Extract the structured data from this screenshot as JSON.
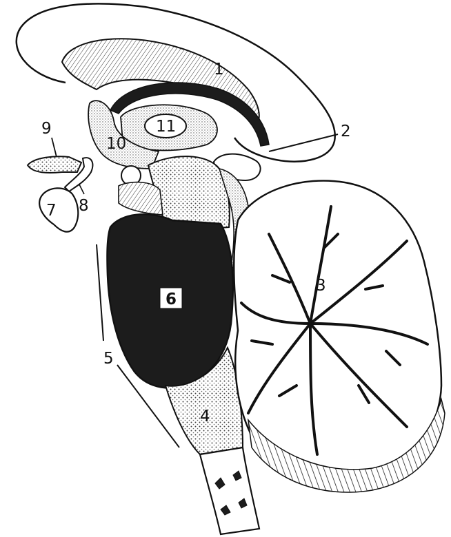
{
  "figure": {
    "labels": [
      {
        "id": "1",
        "text": "1"
      },
      {
        "id": "2",
        "text": "2"
      },
      {
        "id": "3",
        "text": "3"
      },
      {
        "id": "4",
        "text": "4"
      },
      {
        "id": "5",
        "text": "5"
      },
      {
        "id": "6",
        "text": "6"
      },
      {
        "id": "7",
        "text": "7"
      },
      {
        "id": "8",
        "text": "8"
      },
      {
        "id": "9",
        "text": "9"
      },
      {
        "id": "10",
        "text": "10"
      },
      {
        "id": "11",
        "text": "11"
      }
    ],
    "colors": {
      "ink": "#111111",
      "dark_region": "#1c1c1c",
      "stipple": "#cfcfcf",
      "paper": "#ffffff"
    }
  }
}
